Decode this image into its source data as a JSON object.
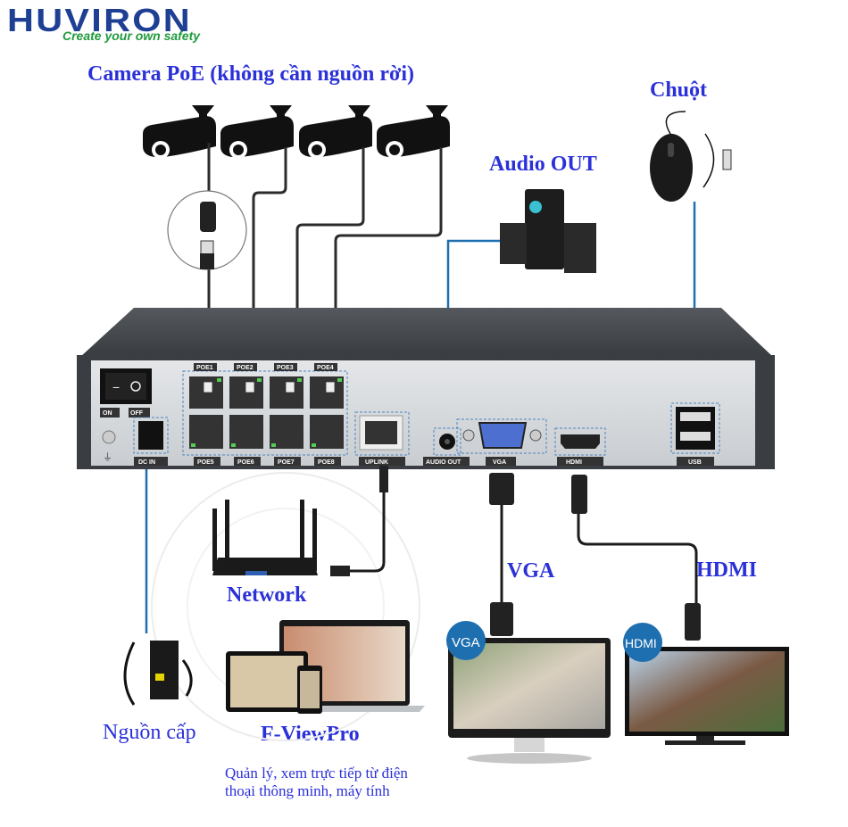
{
  "brand": {
    "name": "HUVIRON",
    "tagline": "Create your own safety",
    "colors": {
      "brand_blue": "#1f3f95",
      "tagline_green": "#1f9a3c",
      "label_blue": "#2b31d8",
      "cable_blue": "#1e6fb0"
    }
  },
  "labels": {
    "cameras": "Camera PoE (không cần nguồn rời)",
    "mouse": "Chuột",
    "audio_out": "Audio OUT",
    "network": "Network",
    "vga": "VGA",
    "hdmi": "HDMI",
    "power": "Nguồn cấp",
    "app": "F-ViewPro",
    "app_description": "Quản lý, xem trực tiếp từ điện thoại thông minh, máy tính"
  },
  "nvr_ports": {
    "switch_on": "ON",
    "switch_off": "OFF",
    "dc_in": "DC IN",
    "poe_top": [
      "POE1",
      "POE2",
      "POE3",
      "POE4"
    ],
    "poe_bottom": [
      "POE5",
      "POE6",
      "POE7",
      "POE8"
    ],
    "uplink": "UPLINK",
    "audio_out": "AUDIO OUT",
    "vga": "VGA",
    "hdmi": "HDMI",
    "usb": "USB"
  },
  "monitor_badges": {
    "vga": "VGA",
    "hdmi": "HDMI"
  },
  "devices": [
    "camera-1",
    "camera-2",
    "camera-3",
    "camera-4",
    "speaker",
    "mouse",
    "router",
    "power-adapter",
    "laptop",
    "tablet",
    "phone",
    "vga-monitor",
    "hdmi-tv"
  ]
}
